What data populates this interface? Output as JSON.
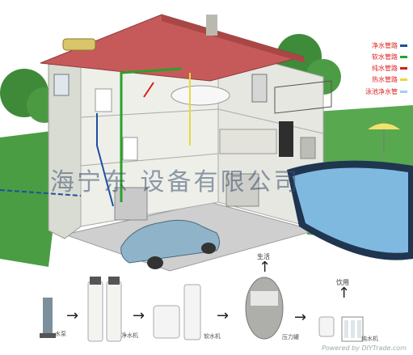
{
  "legend": {
    "items": [
      {
        "label": "净水管路",
        "color": "#1d4fa0"
      },
      {
        "label": "软水管路",
        "color": "#2aa12a"
      },
      {
        "label": "纯水管路",
        "color": "#d02020"
      },
      {
        "label": "热水管路",
        "color": "#e8d840"
      },
      {
        "label": "泳池净水管",
        "color": "#9ed0ec"
      }
    ]
  },
  "watermark": "海宁东    设备有限公司",
  "process": {
    "pump": "水泵",
    "purifier": "净水机",
    "softener": "软水机",
    "pressure_tank": "压力罐",
    "ro_unit": "纯水机",
    "life_use": "生活",
    "drinking": "饮用"
  },
  "credit": "Powered by DIYTrade.com",
  "colors": {
    "sky": "#ffffff",
    "grass": "#3f9a3c",
    "roof": "#c65a5a",
    "wall": "#e9e9e4",
    "pool": "#7fb9e0"
  }
}
